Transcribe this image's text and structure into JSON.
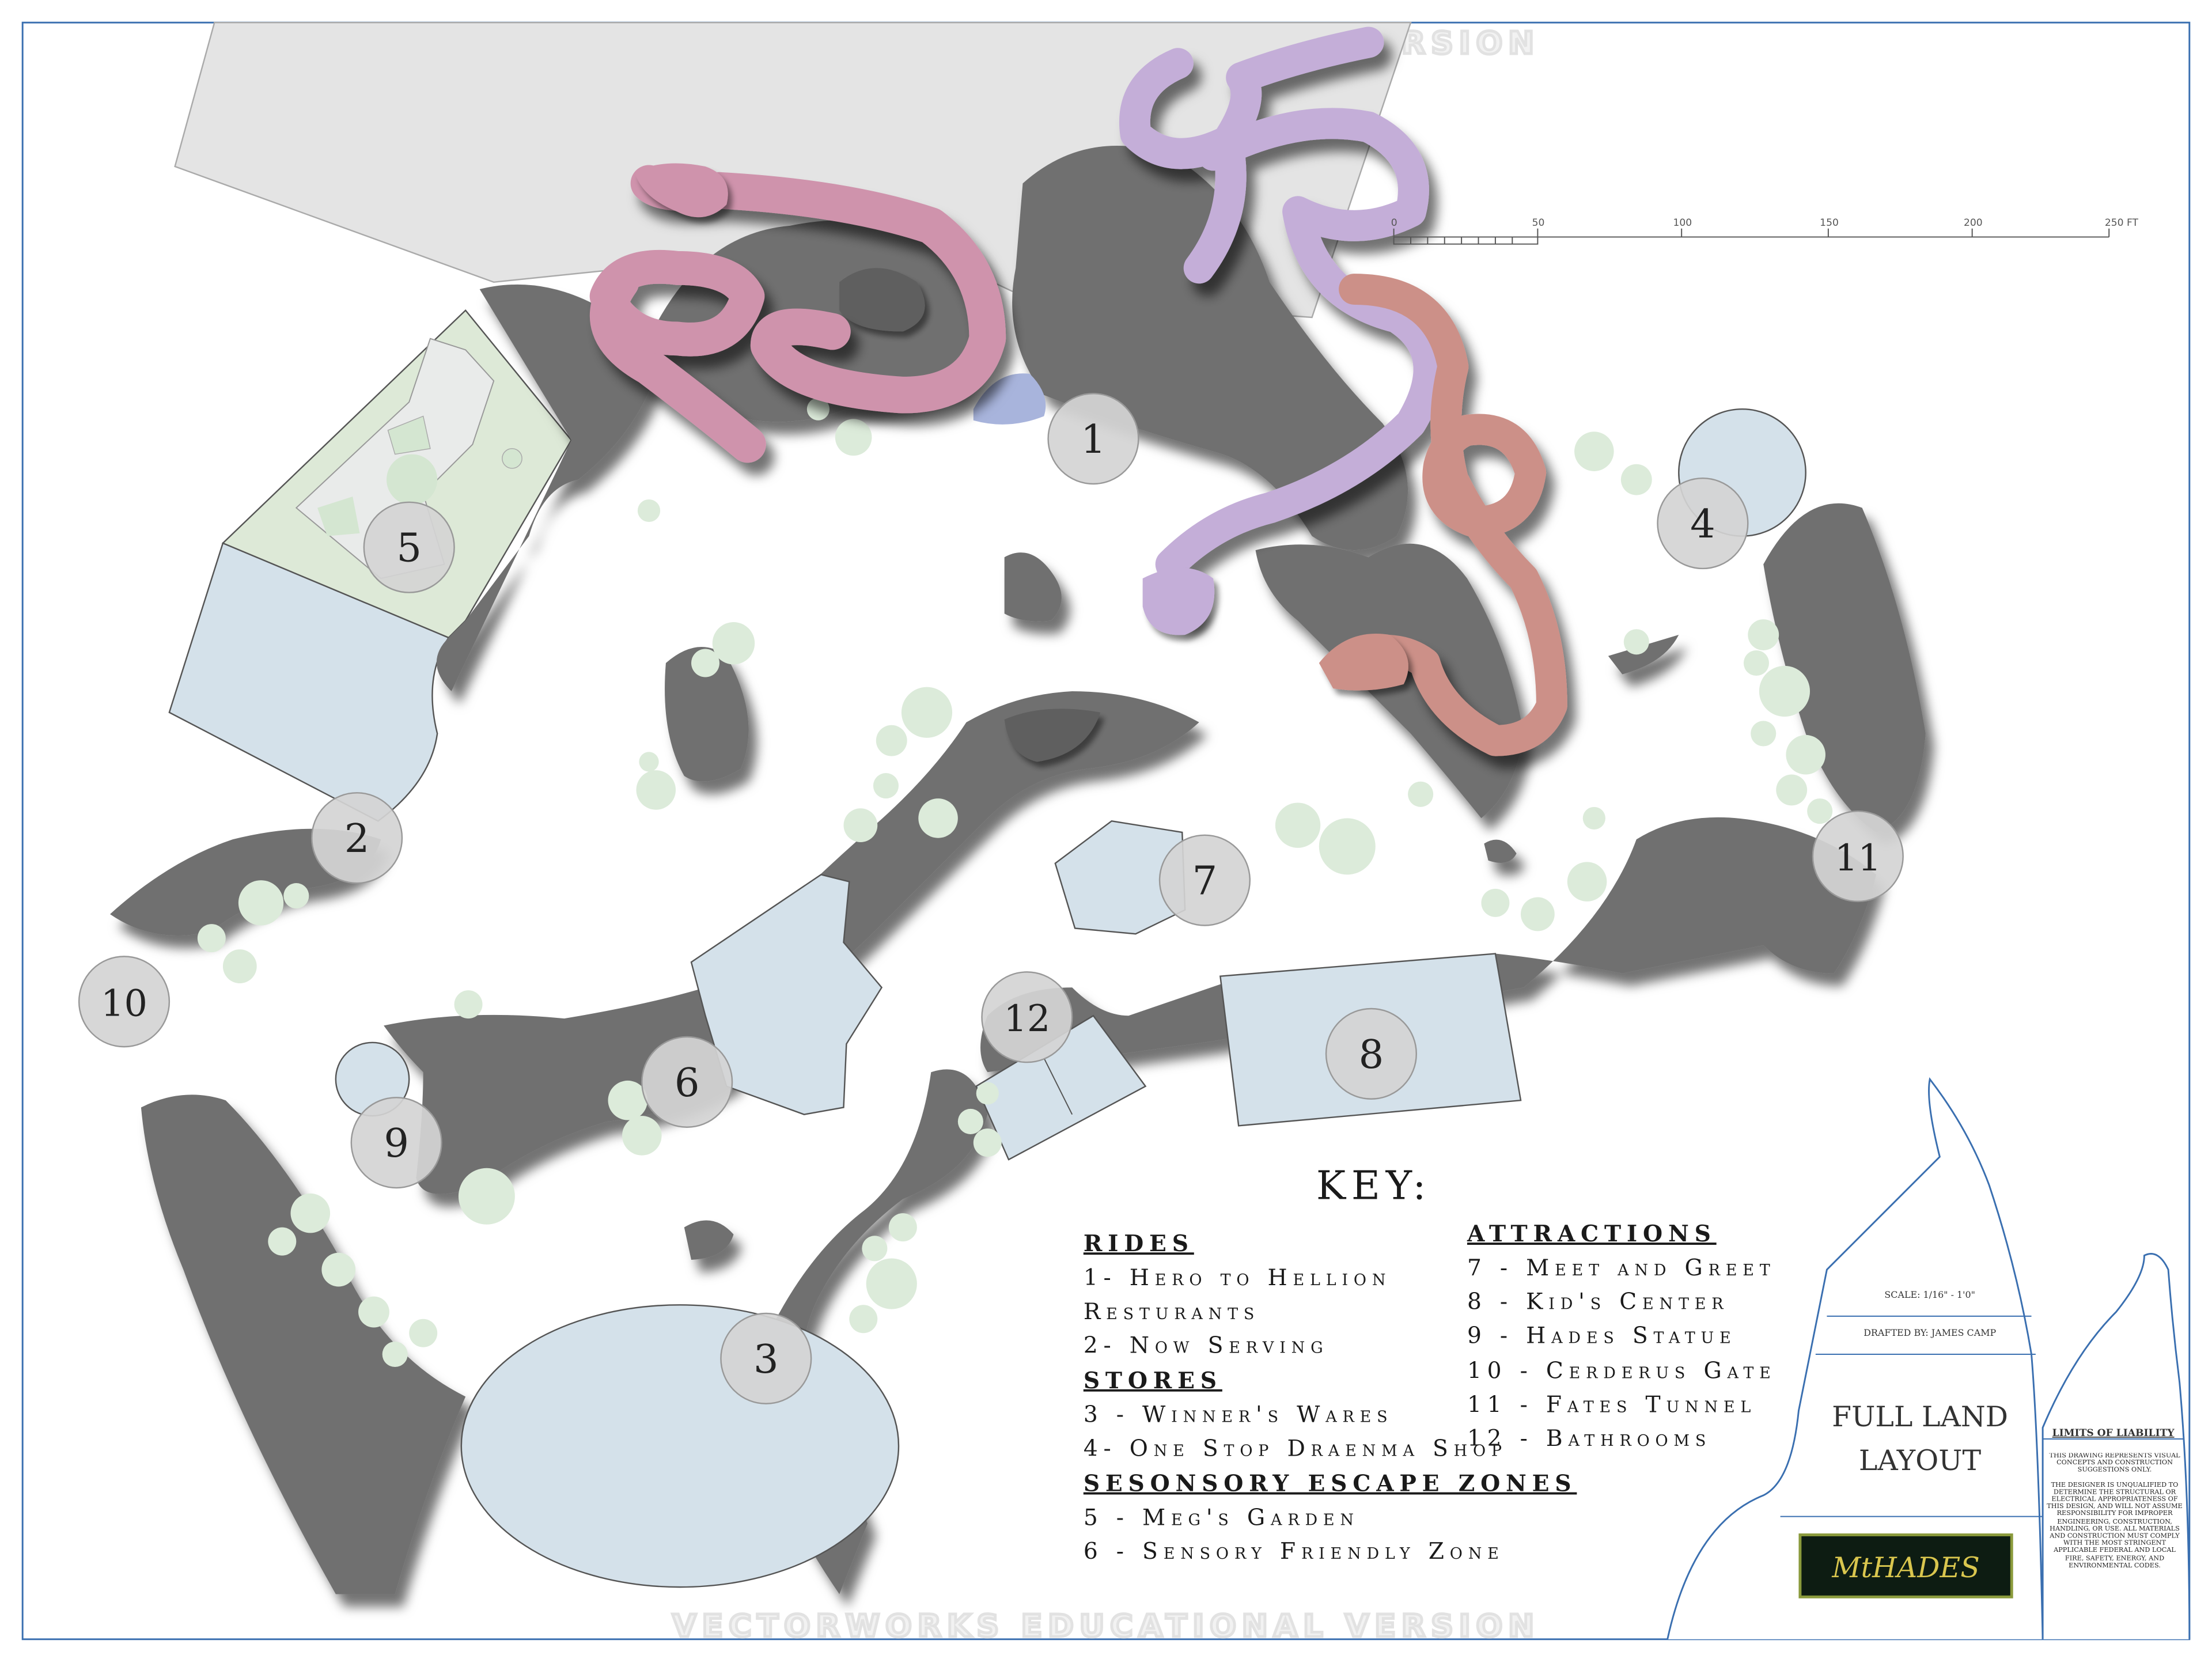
{
  "watermark": "VECTORWORKS EDUCATIONAL VERSION",
  "scale_bar": {
    "ticks": [
      "0",
      "50",
      "100",
      "150",
      "200",
      "250 FT"
    ]
  },
  "markers": [
    {
      "id": "1",
      "label": "1"
    },
    {
      "id": "2",
      "label": "2"
    },
    {
      "id": "3",
      "label": "3"
    },
    {
      "id": "4",
      "label": "4"
    },
    {
      "id": "5",
      "label": "5"
    },
    {
      "id": "6",
      "label": "6"
    },
    {
      "id": "7",
      "label": "7"
    },
    {
      "id": "8",
      "label": "8"
    },
    {
      "id": "9",
      "label": "9"
    },
    {
      "id": "10",
      "label": "10"
    },
    {
      "id": "11",
      "label": "11"
    },
    {
      "id": "12",
      "label": "12"
    }
  ],
  "key": {
    "title": "KEY:",
    "rides_heading": "RIDES",
    "rides": [
      "1- Hero to Hellion"
    ],
    "restaurants_heading": "Resturants",
    "restaurants": [
      "2- Now Serving"
    ],
    "stores_heading": "STORES",
    "stores": [
      "3 - Winner's Wares",
      "4- One Stop Draenma Shop"
    ],
    "zones_heading": "SESONSORY ESCAPE ZONES",
    "zones": [
      "5 - Meg's Garden",
      "6 - Sensory Friendly Zone"
    ],
    "attractions_heading": "ATTRACTIONS",
    "attractions": [
      "7 - Meet and Greet",
      "8 - Kid's Center",
      "9 - Hades Statue",
      "10 - Cerderus Gate",
      "11 - Fates Tunnel",
      "12 - Bathrooms"
    ]
  },
  "title_block": {
    "scale": "SCALE: 1/16\" - 1'0\"",
    "drafted_by": "DRAFTED BY: JAMES CAMP",
    "title_line1": "FULL LAND",
    "title_line2": "LAYOUT",
    "logo_text": "MtHADES",
    "liability_heading": "LIMITS OF LIABILITY",
    "liability_p1": "THIS DRAWING REPRESENTS VISUAL CONCEPTS AND CONSTRUCTION SUGGESTIONS ONLY.",
    "liability_p2": "THE DESIGNER IS UNQUALIFIED TO DETERMINE THE STRUCTURAL OR ELECTRICAL APPROPRIATENESS OF THIS DESIGN, AND WILL NOT ASSUME RESPONSIBILITY FOR IMPROPER ENGINEERING, CONSTRUCTION, HANDLING, OR USE. ALL MATERIALS AND CONSTRUCTION MUST COMPLY WITH THE MOST STRINGENT APPLICABLE FEDERAL AND LOCAL FIRE, SAFETY, ENERGY, AND ENVIRONMENTAL CODES."
  },
  "colors": {
    "rock": "#707070",
    "building": "#d4e1ea",
    "garden": "#dde9d7",
    "tree": "#dcebda",
    "track_pink": "#cf93ac",
    "track_lavender": "#c4aed8",
    "track_salmon": "#cc9088",
    "marker": "#d4d4d4",
    "border": "#3a6fb0"
  }
}
